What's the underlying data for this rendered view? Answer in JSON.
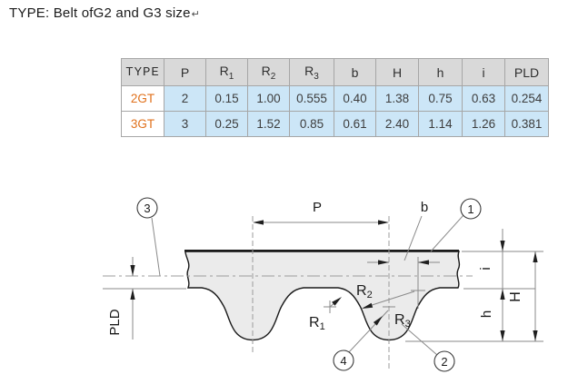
{
  "title": {
    "text": "TYPE: Belt ofG2 and G3 size",
    "return_mark": "↵"
  },
  "table": {
    "headers": [
      {
        "base": "TYPE"
      },
      {
        "base": "P"
      },
      {
        "base": "R",
        "sub": "1"
      },
      {
        "base": "R",
        "sub": "2"
      },
      {
        "base": "R",
        "sub": "3"
      },
      {
        "base": "b"
      },
      {
        "base": "H"
      },
      {
        "base": "h"
      },
      {
        "base": "i"
      },
      {
        "base": "PLD"
      }
    ],
    "rows": [
      {
        "type": "2GT",
        "p": "2",
        "r1": "0.15",
        "r2": "1.00",
        "r3": "0.555",
        "b": "0.40",
        "bigH": "1.38",
        "h": "0.75",
        "i": "0.63",
        "pld": "0.254"
      },
      {
        "type": "3GT",
        "p": "3",
        "r1": "0.25",
        "r2": "1.52",
        "r3": "0.85",
        "b": "0.61",
        "bigH": "2.40",
        "h": "1.14",
        "i": "1.26",
        "pld": "0.381"
      }
    ]
  },
  "diagram": {
    "labels": {
      "p": "P",
      "b": "b",
      "r_base": "R",
      "r1_sub": "1",
      "r2_sub": "2",
      "r3_sub": "3",
      "pld": "PLD",
      "i": "i",
      "big_h": "H",
      "small_h": "h"
    },
    "callouts": [
      {
        "n": "1"
      },
      {
        "n": "2"
      },
      {
        "n": "3"
      },
      {
        "n": "4"
      }
    ]
  },
  "colors": {
    "type_orange": "#e0711c",
    "row_blue": "#cce6f7",
    "header_gray": "#d9d9d9",
    "belt_fill": "#ebebeb",
    "profile_line": "#1a1a1a",
    "dimension_gray": "#8a8a8a"
  }
}
